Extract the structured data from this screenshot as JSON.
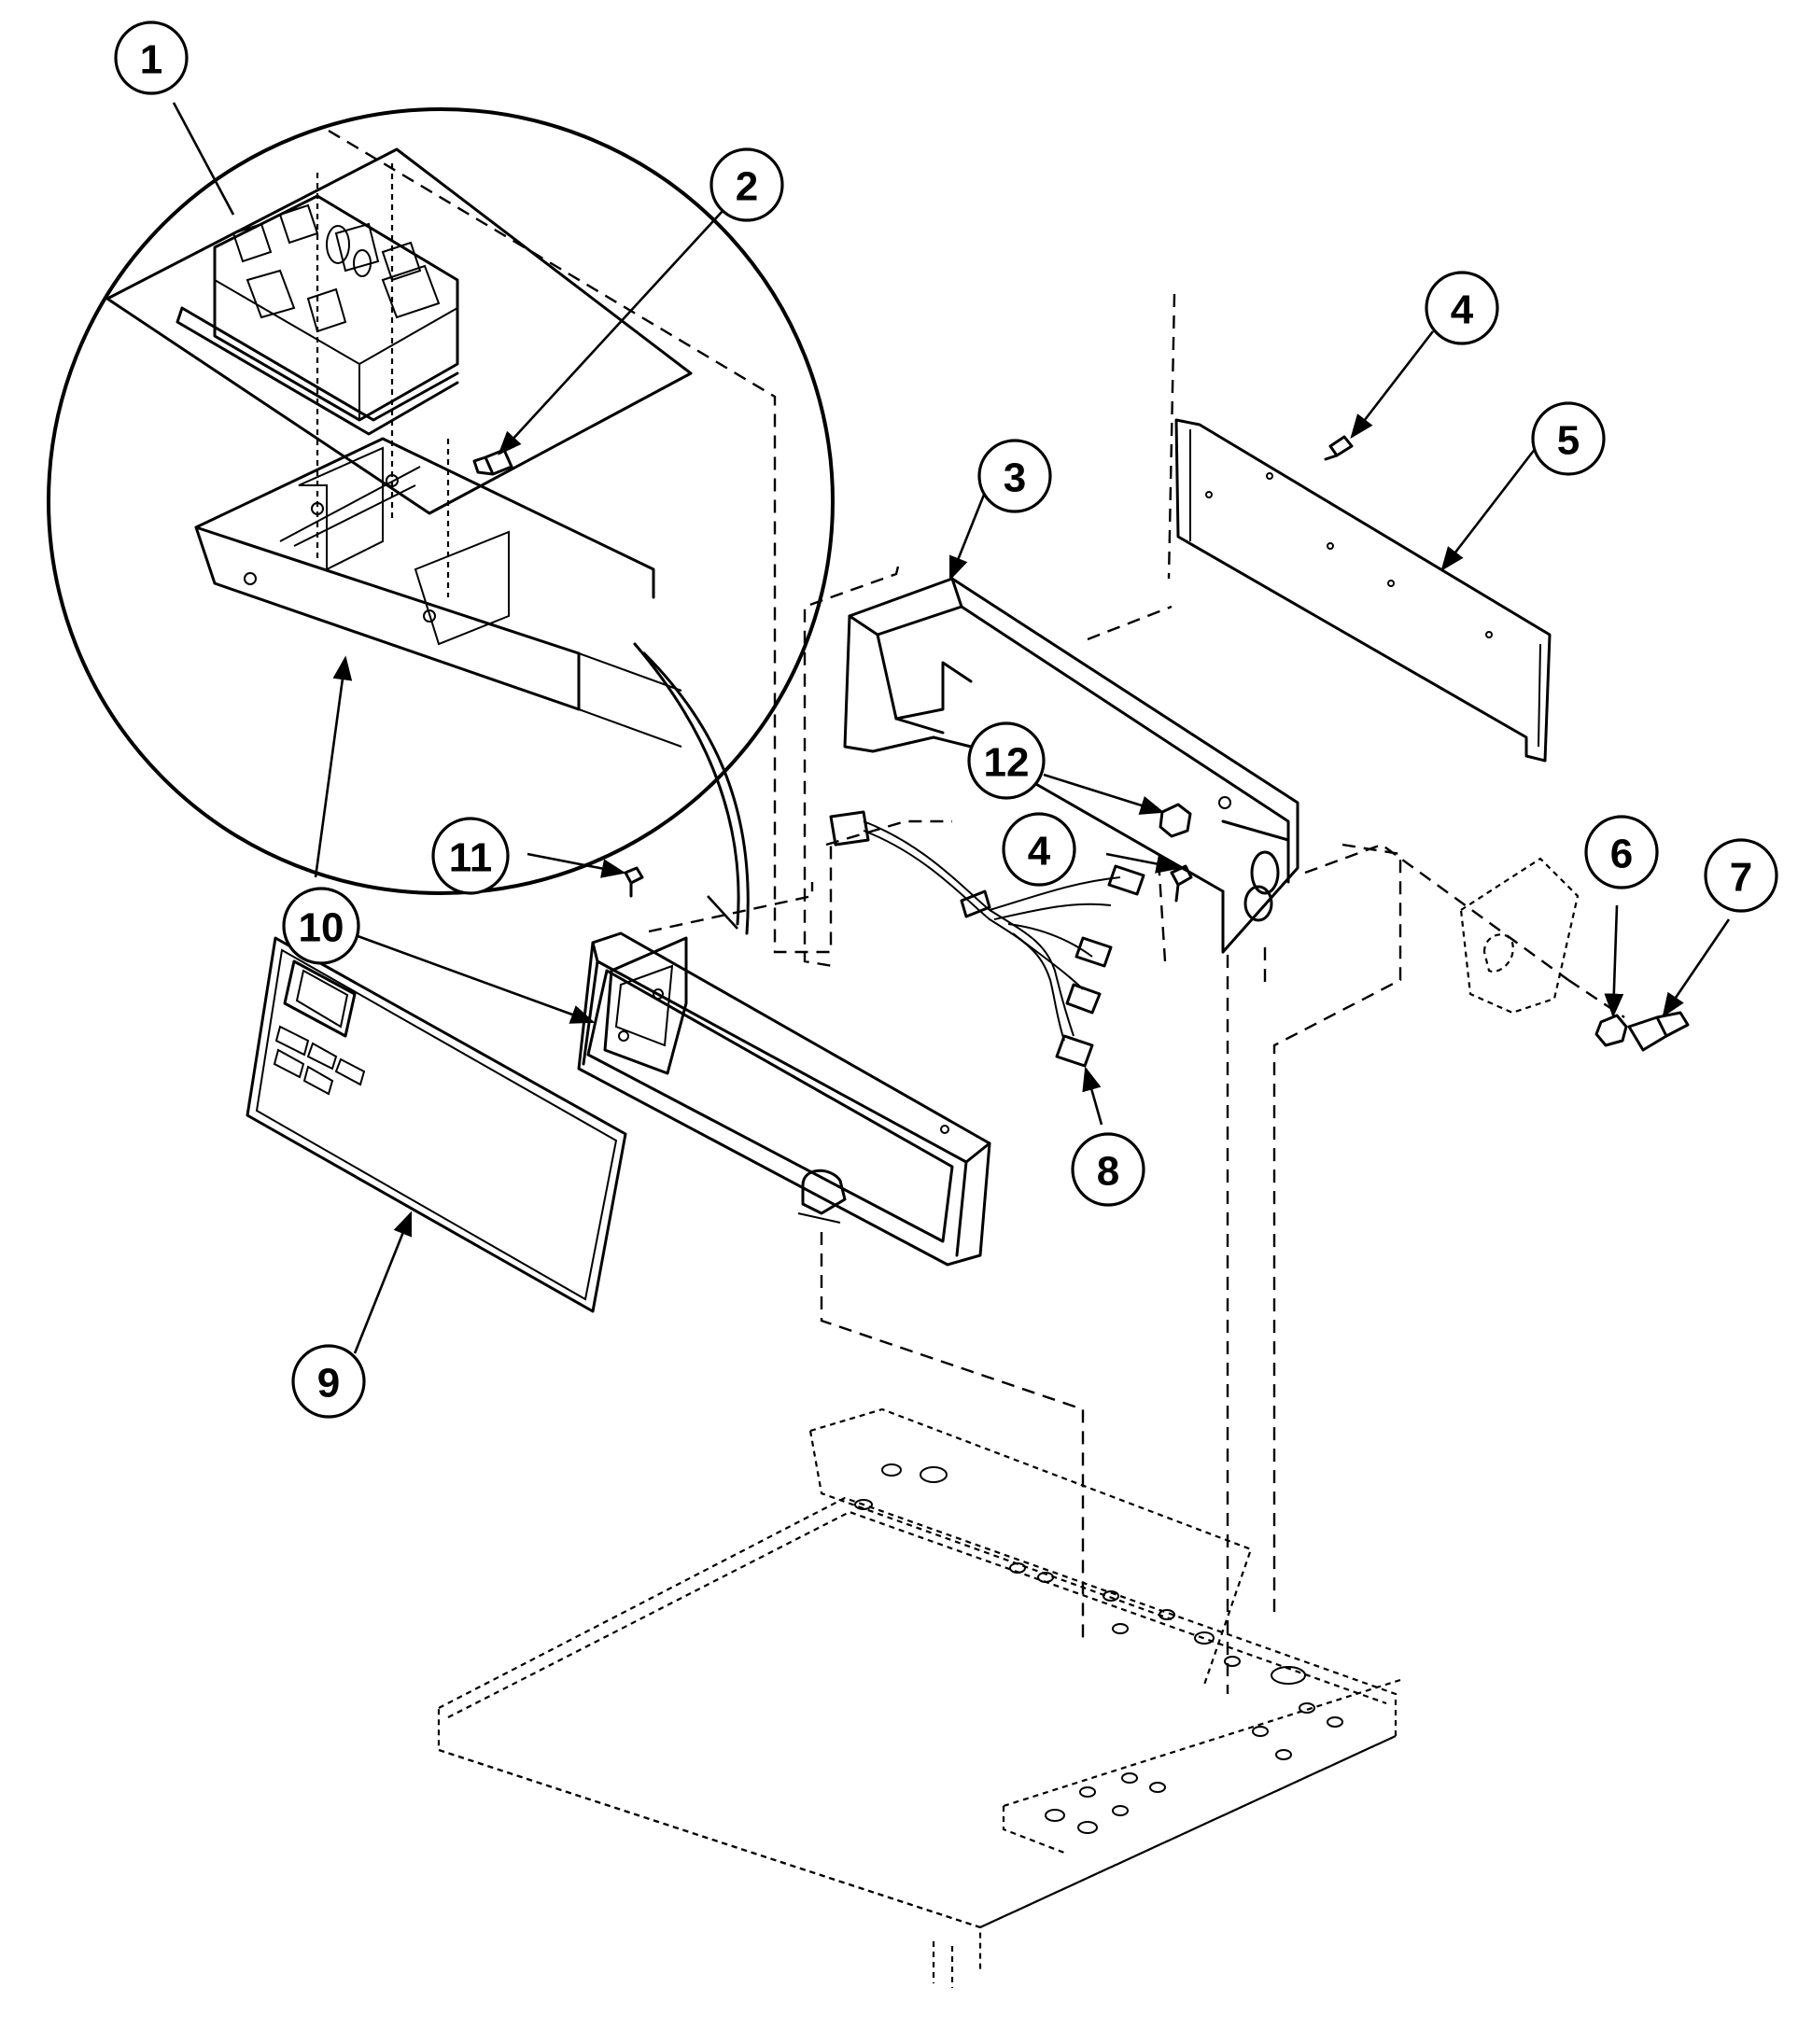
{
  "callouts": [
    {
      "id": "c1",
      "label": "1"
    },
    {
      "id": "c2",
      "label": "2"
    },
    {
      "id": "c3",
      "label": "3"
    },
    {
      "id": "c4a",
      "label": "4"
    },
    {
      "id": "c4b",
      "label": "4"
    },
    {
      "id": "c5",
      "label": "5"
    },
    {
      "id": "c6",
      "label": "6"
    },
    {
      "id": "c7",
      "label": "7"
    },
    {
      "id": "c8",
      "label": "8"
    },
    {
      "id": "c9",
      "label": "9"
    },
    {
      "id": "c10",
      "label": "10"
    },
    {
      "id": "c11",
      "label": "11"
    },
    {
      "id": "c12",
      "label": "12"
    }
  ]
}
